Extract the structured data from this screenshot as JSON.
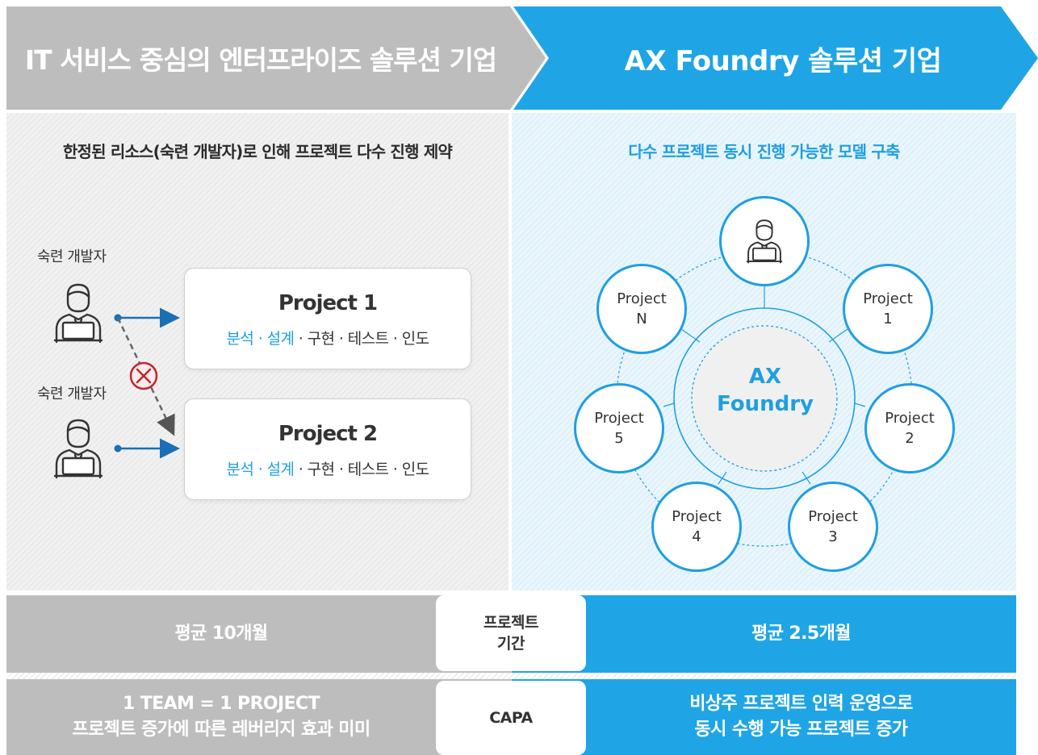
{
  "header": {
    "left_title": "IT 서비스 중심의 엔터프라이즈 솔루션 기업",
    "right_title": "AX Foundry 솔루션 기업"
  },
  "left_panel": {
    "subtitle": "한정된 리소스(숙련 개발자)로 인해 프로젝트 다수 진행 제약",
    "developer_label": "숙련 개발자",
    "projects": [
      {
        "title": "Project 1",
        "steps_blue": "분석 · 설계",
        "steps_rest": " · 구현 · 테스트 · 인도"
      },
      {
        "title": "Project 2",
        "steps_blue": "분석 · 설계",
        "steps_rest": " · 구현 · 테스트 · 인도"
      }
    ]
  },
  "right_panel": {
    "subtitle": "다수 프로젝트 동시 진행 가능한 모델 구축",
    "center_line1": "AX",
    "center_line2": "Foundry",
    "nodes": [
      {
        "line1": "Project",
        "line2": "N"
      },
      {
        "line1": "Project",
        "line2": "1"
      },
      {
        "line1": "Project",
        "line2": "2"
      },
      {
        "line1": "Project",
        "line2": "3"
      },
      {
        "line1": "Project",
        "line2": "4"
      },
      {
        "line1": "Project",
        "line2": "5"
      }
    ]
  },
  "rows": {
    "period": {
      "label_line1": "프로젝트",
      "label_line2": "기간",
      "left": "평균 10개월",
      "right": "평균 2.5개월"
    },
    "capa": {
      "label": "CAPA",
      "left_line1": "1 TEAM = 1 PROJECT",
      "left_line2": "프로젝트 증가에 따른 레버리지 효과 미미",
      "right_line1": "비상주 프로젝트 인력 운영으로",
      "right_line2": "동시 수행 가능 프로젝트 증가"
    }
  },
  "colors": {
    "gray": "#bdbdbd",
    "blue": "#1fa5e6",
    "accent_text": "#1e9fe2",
    "error_red": "#c0262d"
  },
  "icons": {
    "developer": "developer-person-laptop-icon",
    "blocked": "x-circle-icon"
  }
}
